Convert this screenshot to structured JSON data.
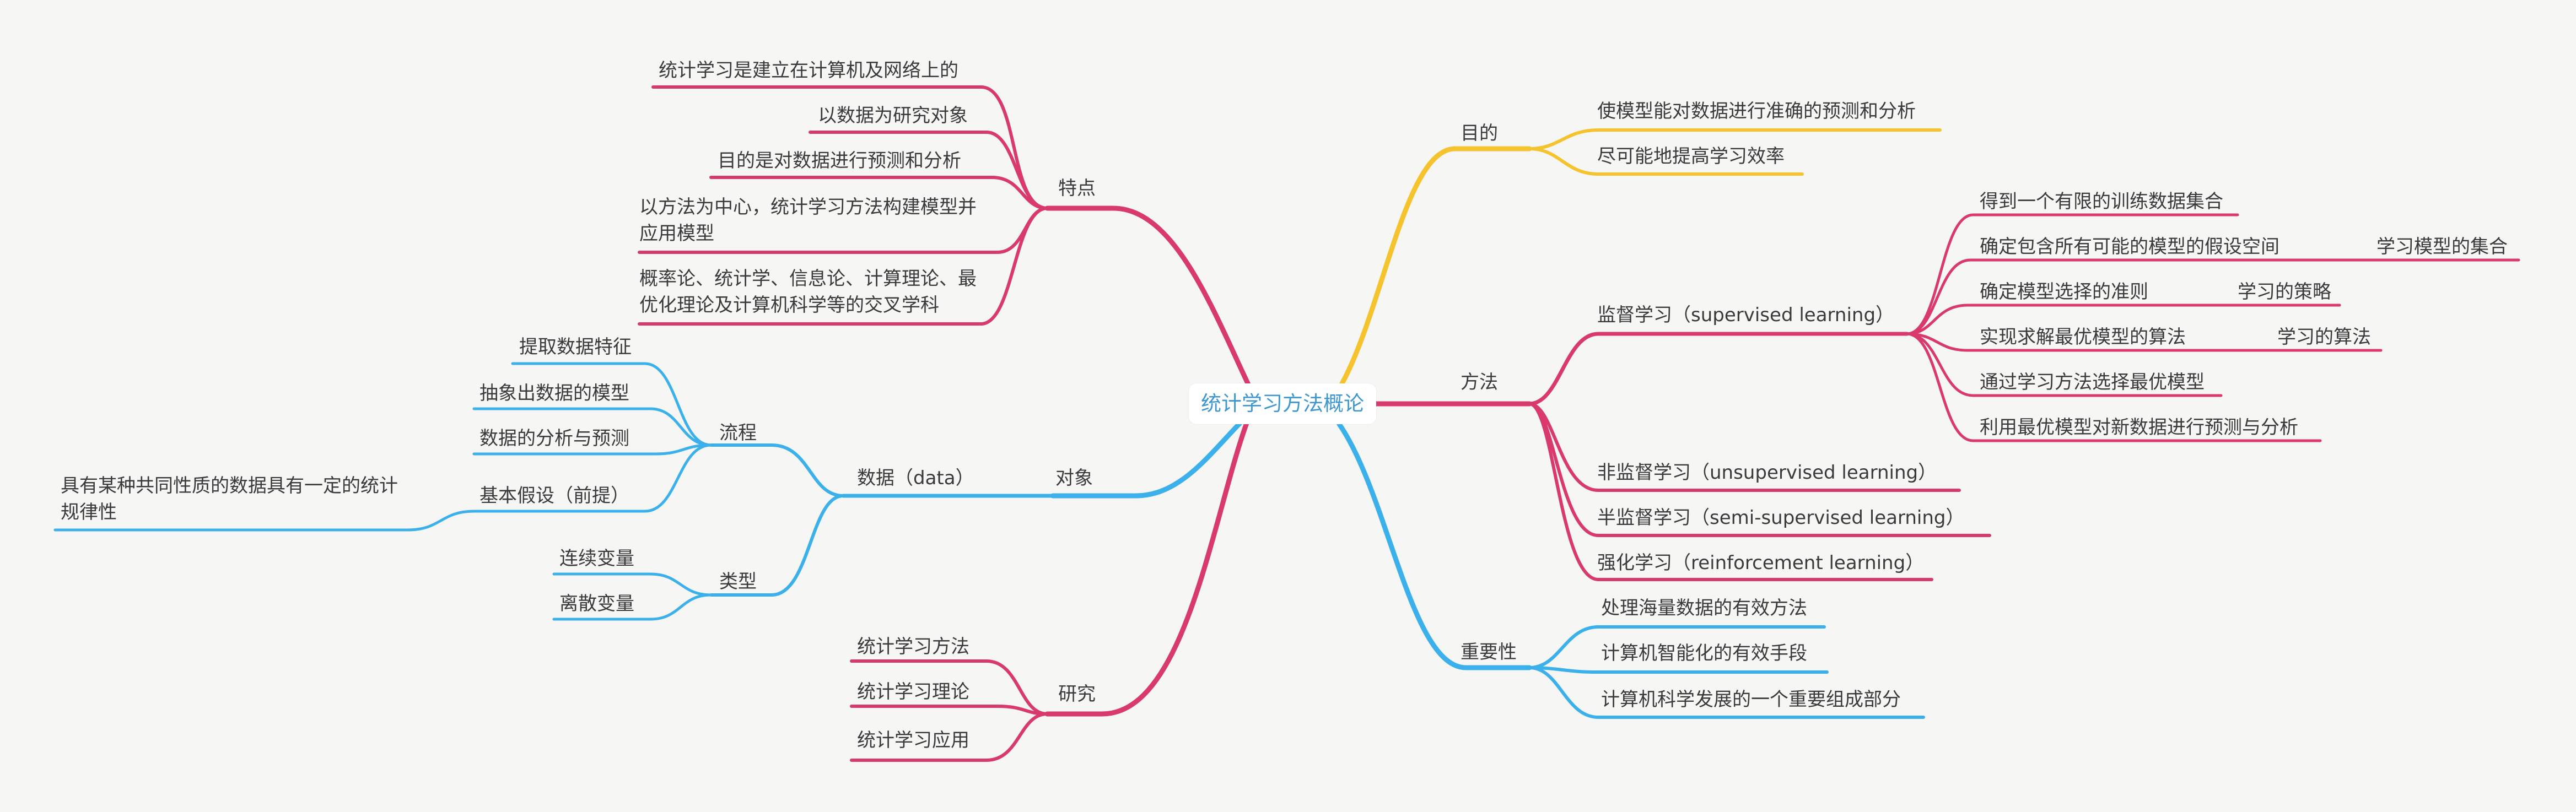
{
  "root": "统计学习方法概论",
  "colors": {
    "pink": "#d93a6e",
    "yellow": "#f5c32d",
    "blue": "#3bb0ea"
  },
  "features": {
    "label": "特点",
    "children": [
      "统计学习是建立在计算机及网络上的",
      "以数据为研究对象",
      "目的是对数据进行预测和分析",
      "以方法为中心，统计学习方法构建模型并应用模型",
      "概率论、统计学、信息论、计算理论、最优化理论及计算机科学等的交叉学科"
    ]
  },
  "object": {
    "label": "对象",
    "data_label": "数据（data）",
    "process": {
      "label": "流程",
      "children": [
        "提取数据特征",
        "抽象出数据的模型",
        "数据的分析与预测",
        "基本假设（前提）"
      ],
      "assumption": "具有某种共同性质的数据具有一定的统计规律性"
    },
    "types": {
      "label": "类型",
      "children": [
        "连续变量",
        "离散变量"
      ]
    }
  },
  "research": {
    "label": "研究",
    "children": [
      "统计学习方法",
      "统计学习理论",
      "统计学习应用"
    ]
  },
  "purpose": {
    "label": "目的",
    "children": [
      "使模型能对数据进行准确的预测和分析",
      "尽可能地提高学习效率"
    ]
  },
  "method": {
    "label": "方法",
    "supervised": {
      "label": "监督学习（supervised learning）",
      "children": [
        "得到一个有限的训练数据集合",
        "确定包含所有可能的模型的假设空间",
        "确定模型选择的准则",
        "实现求解最优模型的算法",
        "通过学习方法选择最优模型",
        "利用最优模型对新数据进行预测与分析"
      ],
      "notes": [
        "学习模型的集合",
        "学习的策略",
        "学习的算法"
      ]
    },
    "others": [
      "非监督学习（unsupervised learning）",
      "半监督学习（semi-supervised learning）",
      "强化学习（reinforcement learning）"
    ]
  },
  "importance": {
    "label": "重要性",
    "children": [
      "处理海量数据的有效方法",
      "计算机智能化的有效手段",
      "计算机科学发展的一个重要组成部分"
    ]
  }
}
